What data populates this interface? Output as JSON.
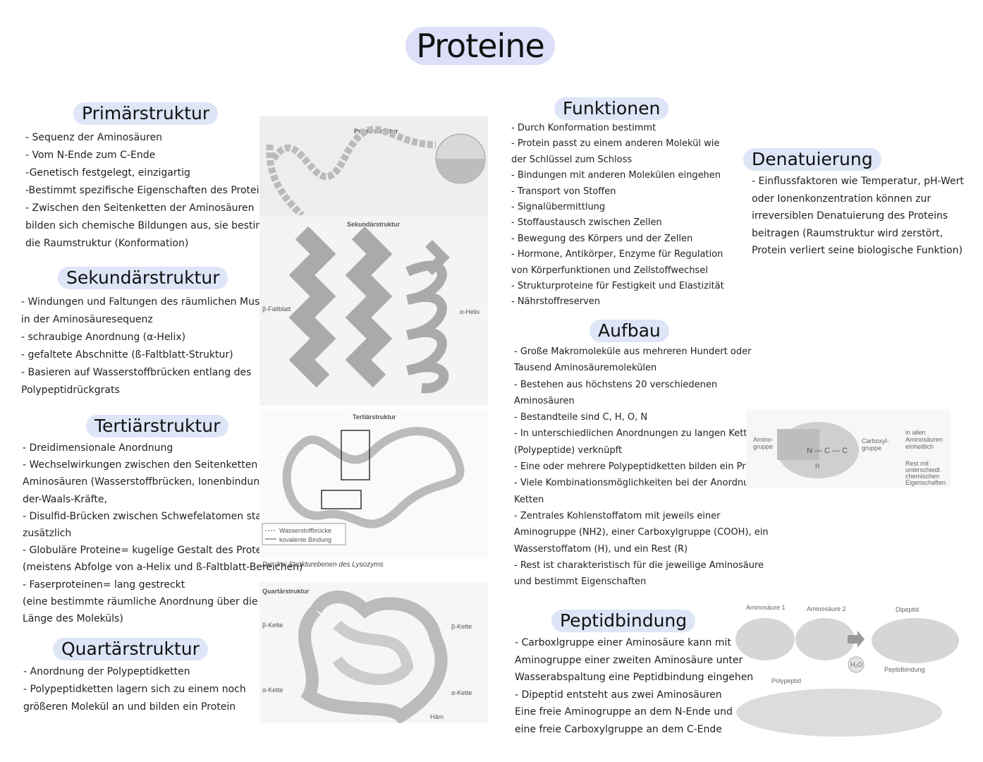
{
  "title": "Proteine",
  "primaer": {
    "heading": "Primärstruktur",
    "lines": [
      "- Sequenz der Aminosäuren",
      "- Vom N-Ende zum C-Ende",
      "-Genetisch festgelegt, einzigartig",
      "-Bestimmt spezifische Eigenschaften des Proteins",
      "- Zwischen den Seitenketten der Aminosäuren",
      "bilden sich chemische Bildungen aus, sie bestimmen",
      "die Raumstruktur (Konformation)"
    ]
  },
  "sekundaer": {
    "heading": "Sekundärstruktur",
    "lines": [
      "- Windungen und Faltungen des räumlichen Musters",
      "in der Aminosäuresequenz",
      "- schraubige Anordnung (α-Helix)",
      "- gefaltete Abschnitte (ß-Faltblatt-Struktur)",
      "- Basieren auf Wasserstoffbrücken entlang des",
      "Polypeptidrückgrats"
    ]
  },
  "tertiaer": {
    "heading": "Tertiärstruktur",
    "lines": [
      "- Dreidimensionale Anordnung",
      "- Wechselwirkungen zwischen den Seitenketten der",
      "Aminosäuren (Wasserstoffbrücken, Ionenbindungen, Van-",
      "der-Waals-Kräfte,",
      "- Disulfid-Brücken zwischen Schwefelatomen stabilisieren",
      "zusätzlich",
      "- Globuläre Proteine= kugelige Gestalt des Proteins",
      "(meistens Abfolge von a-Helix und ß-Faltblatt-Bereichen)",
      "- Faserproteinen= lang gestreckt",
      "(eine bestimmte räumliche Anordnung über die gestalte",
      "Länge des Moleküls)"
    ]
  },
  "quartaer": {
    "heading": "Quartärstruktur",
    "lines": [
      "- Anordnung der Polypeptidketten",
      "- Polypeptidketten lagern sich zu einem noch",
      "größeren Molekül an und bilden ein Protein"
    ]
  },
  "figure": {
    "primaer_label": "Primärstruktur",
    "sekundaer_label": "Sekundärstruktur",
    "faltblatt_label": "β-Faltblatt",
    "helix_label": "α-Helix",
    "tertiaer_label": "Tertiärstruktur",
    "legend_h": "Wasserstoffbrücke",
    "legend_k": "kovalente Bindung",
    "caption": "Die drei Strukturebenen des Lysozyms",
    "quartaer_label": "Quartärstruktur",
    "beta1": "β-Kette",
    "beta2": "β-Kette",
    "alpha1": "α-Kette",
    "alpha2": "α-Kette",
    "haem": "Häm"
  },
  "funktionen": {
    "heading": "Funktionen",
    "lines": [
      "- Durch Konformation bestimmt",
      "- Protein passt zu einem anderen Molekül wie",
      "der Schlüssel zum Schloss",
      "- Bindungen mit anderen Molekülen eingehen",
      "- Transport von Stoffen",
      "- Signalübermittlung",
      "- Stoffaustausch zwischen Zellen",
      "- Bewegung des Körpers und der Zellen",
      "- Hormone, Antikörper, Enzyme für Regulation",
      "von Körperfunktionen und Zellstoffwechsel",
      "- Strukturproteine für Festigkeit und Elastizität",
      "- Nährstoffreserven"
    ]
  },
  "aufbau": {
    "heading": "Aufbau",
    "lines": [
      "- Große Makromoleküle aus mehreren Hundert oder",
      "Tausend Aminosäuremolekülen",
      "- Bestehen aus höchstens 20 verschiedenen",
      "Aminosäuren",
      "- Bestandteile sind C, H, O, N",
      "- In unterschiedlichen Anordnungen zu langen Ketten",
      "(Polypeptide) verknüpft",
      "- Eine oder mehrere Polypeptidketten bilden ein Protein",
      "- Viele Kombinationsmöglichkeiten bei der Anordnung der",
      "Ketten",
      "- Zentrales Kohlenstoffatom mit jeweils einer",
      "Aminogruppe (NH2), einer Carboxylgruppe (COOH), ein",
      "Wasserstoffatom (H), und ein Rest (R)",
      "- Rest ist charakteristisch für die jeweilige Aminosäure",
      "und bestimmt Eigenschaften"
    ]
  },
  "peptid": {
    "heading": "Peptidbindung",
    "lines": [
      "- Carboxlgruppe einer Aminosäure kann mit",
      "Aminogruppe einer zweiten Aminosäure unter",
      "Wasserabspaltung eine Peptidbindung eingehen",
      "- Dipeptid entsteht aus zwei Aminosäuren",
      "Eine freie Aminogruppe an dem N-Ende und",
      "eine freie Carboxylgruppe an dem C-Ende"
    ]
  },
  "denat": {
    "heading": "Denatuierung",
    "lines": [
      "- Einflussfaktoren wie Temperatur, pH-Wert",
      "oder Ionenkonzentration können zur",
      "irreversiblen Denatuierung des Proteins",
      "beitragen (Raumstruktur wird zerstört,",
      "Protein verliert seine biologische Funktion)"
    ]
  },
  "aminofig": {
    "amino": "Amino-",
    "gruppe1": "gruppe",
    "carboxyl": "Carboxyl-",
    "gruppe2": "gruppe",
    "r": "R",
    "n1": "in allen",
    "n2": "Aminosäuren",
    "n3": "einheitlich",
    "n4": "Rest mit",
    "n5": "unterschiedl.",
    "n6": "chemischen",
    "n7": "Eigenschaften"
  },
  "peptidfig": {
    "as1": "Aminosäure 1",
    "as2": "Aminosäure 2",
    "dipeptid": "Dipeptid",
    "h2o": "H₂O",
    "peptidbindung": "Peptidbindung",
    "polypeptid": "Polypeptid"
  }
}
